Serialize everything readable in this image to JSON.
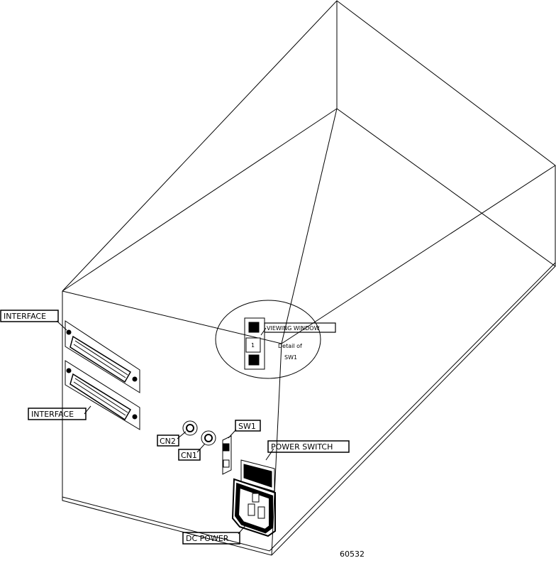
{
  "labels": {
    "interface_top": "INTERFACE",
    "interface_bottom": "INTERFACE",
    "cn2": "CN2",
    "cn1": "CN1",
    "sw1": "SW1",
    "power_switch": "POWER SWITCH",
    "dc_power": "DC POWER",
    "viewing_window": "VIEWING WINDOW",
    "detail_line1": "Detail of",
    "detail_line2": "SW1",
    "switch_position": "1"
  },
  "figure_number": "60532"
}
